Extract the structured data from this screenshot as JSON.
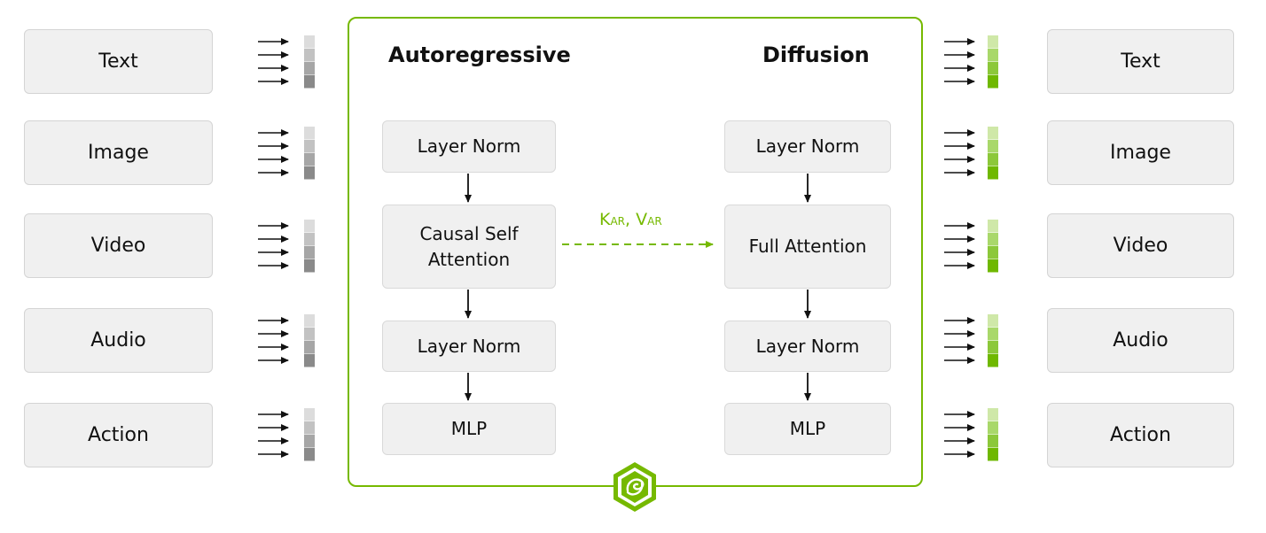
{
  "inputs": {
    "modalities": [
      "Text",
      "Image",
      "Video",
      "Audio",
      "Action"
    ]
  },
  "outputs": {
    "modalities": [
      "Text",
      "Image",
      "Video",
      "Audio",
      "Action"
    ]
  },
  "autoregressive": {
    "title": "Autoregressive",
    "blocks": [
      "Layer Norm",
      "Causal Self Attention",
      "Layer Norm",
      "MLP"
    ]
  },
  "diffusion": {
    "title": "Diffusion",
    "blocks": [
      "Layer Norm",
      "Full Attention",
      "Layer Norm",
      "MLP"
    ]
  },
  "kv_link": {
    "k": "K",
    "k_sub": "AR",
    "sep": ",",
    "v": "V",
    "v_sub": "AR"
  },
  "colors": {
    "accent": "#76b900",
    "box_fill": "#f0f0f0",
    "box_border": "#d4d4d4",
    "token_gray": [
      "#dcdcdc",
      "#c2c2c2",
      "#a6a6a6",
      "#8a8a8a"
    ],
    "token_green": [
      "#cfe8a8",
      "#a9d86a",
      "#8cc83a",
      "#6fb800"
    ]
  },
  "logo": {
    "icon": "hexagon-swirl-logo-icon"
  }
}
